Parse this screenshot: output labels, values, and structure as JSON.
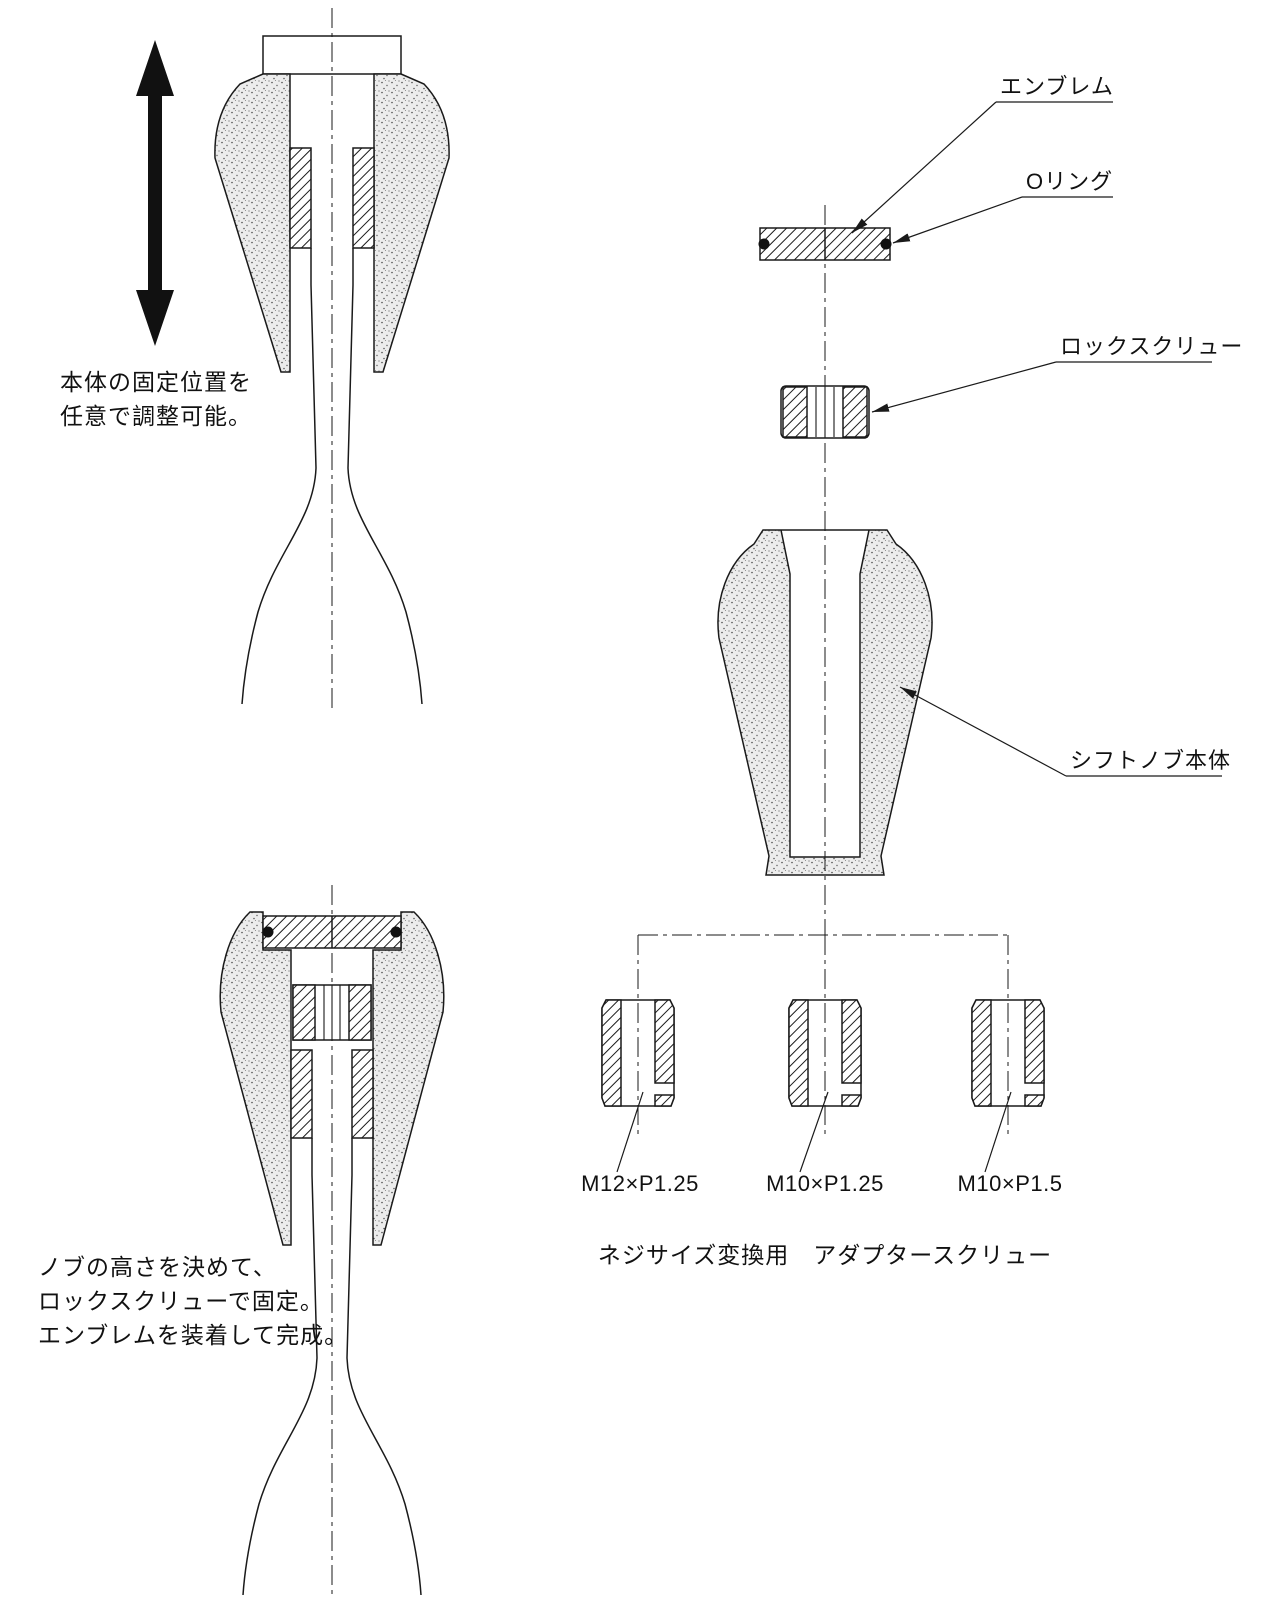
{
  "colors": {
    "ink": "#1a1a1a",
    "background": "#ffffff"
  },
  "left": {
    "adjust_note": {
      "line1": "本体の固定位置を",
      "line2": "任意で調整可能。"
    },
    "finish_note": {
      "line1": "ノブの高さを決めて、",
      "line2": "ロックスクリューで固定。",
      "line3": "エンブレムを装着して完成。"
    }
  },
  "exploded": {
    "labels": {
      "emblem": "エンブレム",
      "oring": "Oリング",
      "lock_screw": "ロックスクリュー",
      "knob_body": "シフトノブ本体"
    },
    "adapters": [
      {
        "label": "M12×P1.25"
      },
      {
        "label": "M10×P1.25"
      },
      {
        "label": "M10×P1.5"
      }
    ],
    "caption": "ネジサイズ変換用　アダプタースクリュー"
  }
}
